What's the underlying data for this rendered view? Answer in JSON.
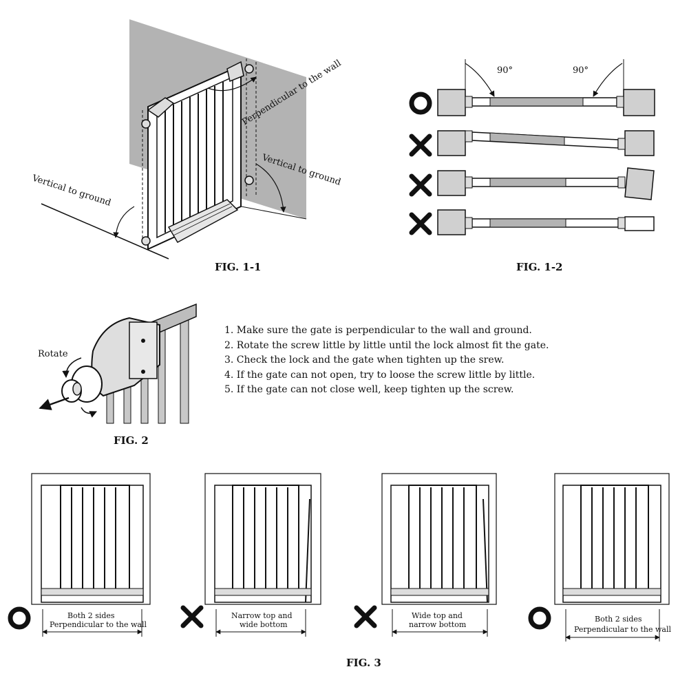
{
  "fig1_1": {
    "caption": "FIG. 1-1",
    "label_perp_wall": "Perpendicular to the wall",
    "label_vertical_ground_right": "Vertical to ground",
    "label_vertical_ground_left": "Vertical to ground"
  },
  "fig1_2": {
    "caption": "FIG. 1-2",
    "angle_left": "90°",
    "angle_right": "90°",
    "rows": [
      {
        "mark": "correct"
      },
      {
        "mark": "wrong"
      },
      {
        "mark": "wrong"
      },
      {
        "mark": "wrong"
      }
    ]
  },
  "fig2": {
    "caption": "FIG. 2",
    "label_rotate": "Rotate"
  },
  "instructions": [
    "1. Make sure the gate is perpendicular to the wall and ground.",
    "2. Rotate the screw little by little until the lock almost fit the gate.",
    "3. Check the lock and the gate when tighten up the srew.",
    "4. If the gate can not open, try to loose the screw little by little.",
    "5. If the gate can not close well, keep tighten up the screw."
  ],
  "fig3": {
    "caption": "FIG. 3",
    "panels": [
      {
        "mark": "correct",
        "line1": "Both 2 sides",
        "line2": "Perpendicular to the wall"
      },
      {
        "mark": "wrong",
        "line1": "Narrow top and",
        "line2": "wide bottom"
      },
      {
        "mark": "wrong",
        "line1": "Wide top and",
        "line2": "narrow bottom"
      },
      {
        "mark": "correct",
        "line1": "Both 2 sides",
        "line2": "Perpendicular to the wall"
      }
    ]
  },
  "colors": {
    "wall_gray": "#b3b3b3",
    "wall_light": "#d0d0d0",
    "line": "#111111"
  }
}
